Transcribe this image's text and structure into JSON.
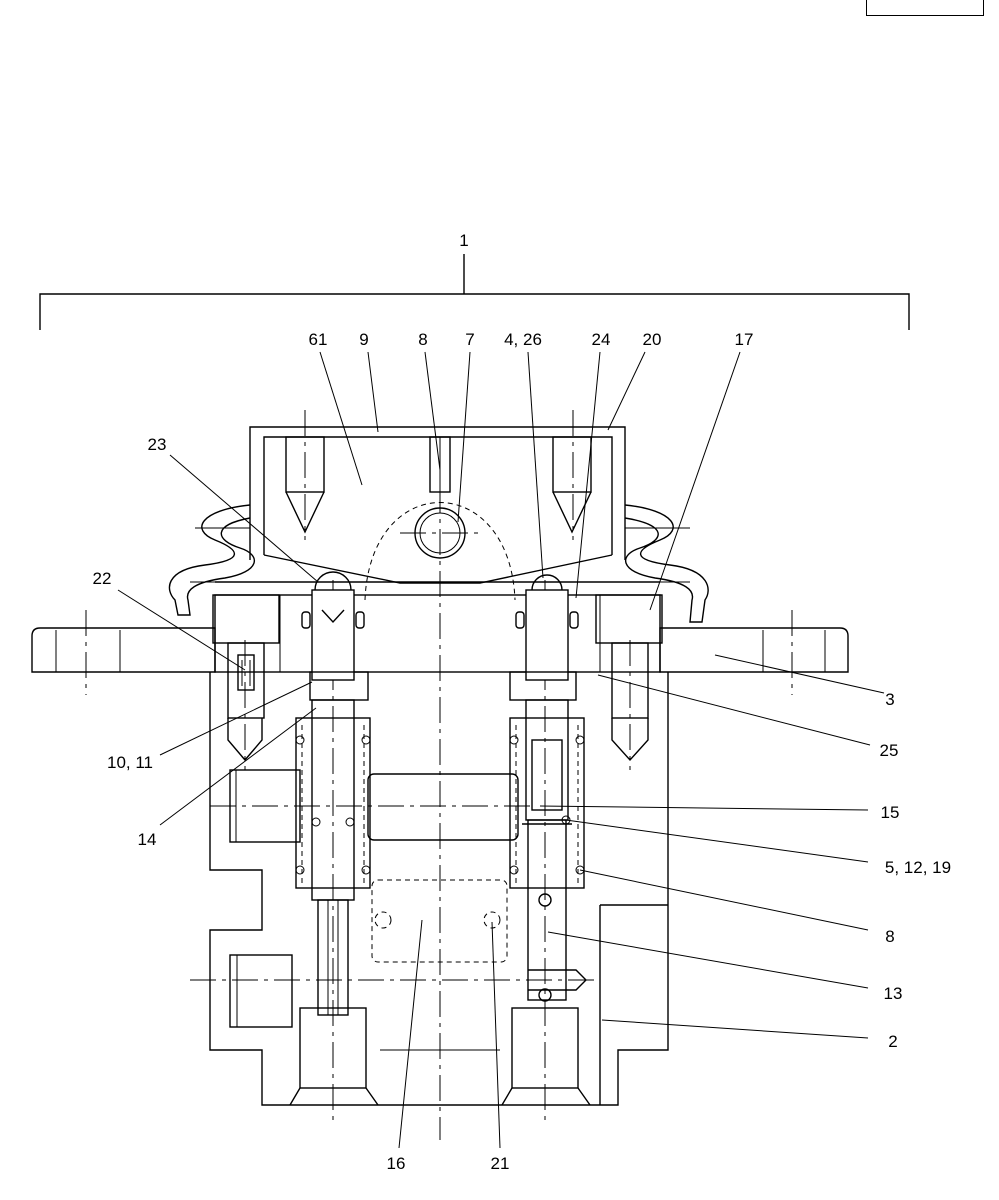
{
  "callouts": {
    "c1": "1",
    "c61": "61",
    "c9": "9",
    "c8a": "8",
    "c7": "7",
    "c4_26": "4, 26",
    "c24": "24",
    "c20": "20",
    "c17": "17",
    "c23": "23",
    "c22": "22",
    "c3": "3",
    "c10_11": "10, 11",
    "c25": "25",
    "c14": "14",
    "c15": "15",
    "c5_12_19": "5, 12, 19",
    "c8b": "8",
    "c13": "13",
    "c2": "2",
    "c16": "16",
    "c21": "21"
  }
}
